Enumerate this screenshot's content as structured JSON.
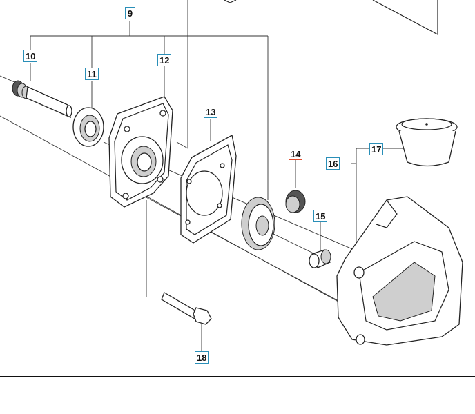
{
  "diagram": {
    "callouts": [
      {
        "id": "c9",
        "label": "9"
      },
      {
        "id": "c10",
        "label": "10"
      },
      {
        "id": "c11",
        "label": "11"
      },
      {
        "id": "c12",
        "label": "12"
      },
      {
        "id": "c13",
        "label": "13"
      },
      {
        "id": "c14",
        "label": "14",
        "selected": true
      },
      {
        "id": "c15",
        "label": "15"
      },
      {
        "id": "c16",
        "label": "16"
      },
      {
        "id": "c17",
        "label": "17"
      },
      {
        "id": "c18",
        "label": "18"
      }
    ],
    "colors": {
      "callout_border": "#2a8fb8",
      "callout_selected_border": "#e04a2a",
      "line": "#222222"
    }
  }
}
